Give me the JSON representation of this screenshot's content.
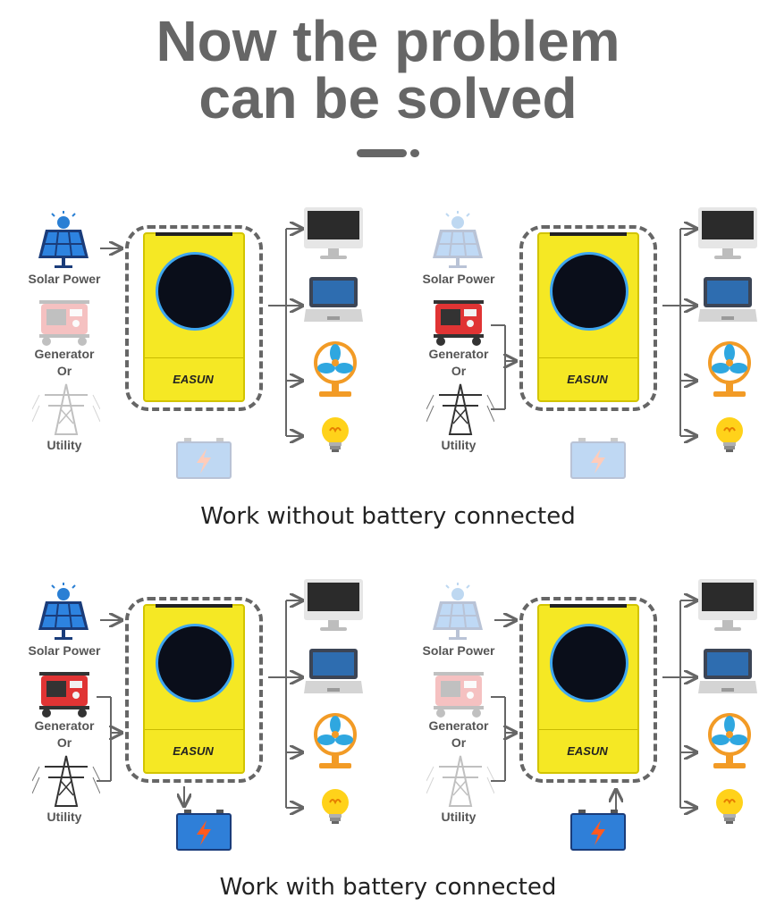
{
  "heading": {
    "line1": "Now the problem",
    "line2": "can be solved"
  },
  "captions": {
    "without_battery": "Work without battery connected",
    "with_battery": "Work with battery connected"
  },
  "labels": {
    "solar": "Solar Power",
    "generator": "Generator",
    "or": "Or",
    "utility": "Utility"
  },
  "brand": "EASUN",
  "colors": {
    "title": "#666666",
    "inverter": "#f5e824",
    "screen_ring": "#3ea6f0",
    "arrow": "#666666"
  },
  "panels": [
    {
      "id": "solar-only",
      "active": [
        "solar"
      ],
      "battery": "none"
    },
    {
      "id": "gen-utility",
      "active": [
        "generator",
        "utility"
      ],
      "battery": "none"
    },
    {
      "id": "all-sources",
      "active": [
        "solar",
        "generator",
        "utility"
      ],
      "battery": "charging"
    },
    {
      "id": "battery-backup",
      "active": [],
      "battery": "discharging"
    }
  ],
  "icons": [
    "solar-panel-icon",
    "generator-icon",
    "power-tower-icon",
    "battery-icon",
    "monitor-icon",
    "laptop-icon",
    "fan-icon",
    "lightbulb-icon"
  ]
}
